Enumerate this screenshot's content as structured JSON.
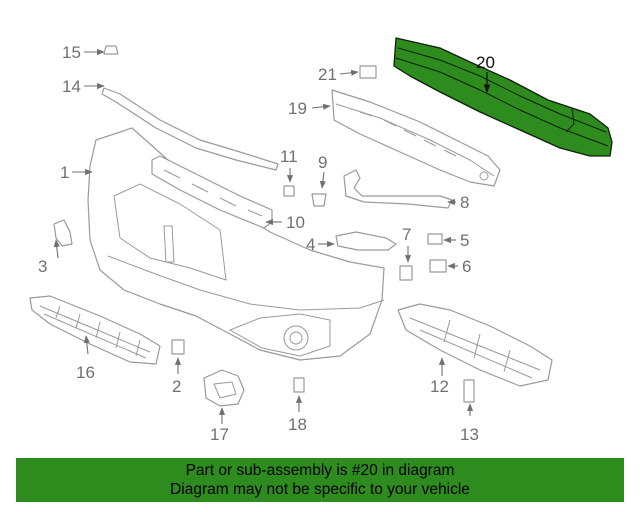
{
  "diagram": {
    "highlighted_part": "20",
    "colors": {
      "highlight": "#2e8b1e",
      "line": "#9a9a9a",
      "label": "#707070",
      "banner": "#2e8b1e"
    },
    "labels": {
      "p1": "1",
      "p2": "2",
      "p3": "3",
      "p4": "4",
      "p5": "5",
      "p6": "6",
      "p7": "7",
      "p8": "8",
      "p9": "9",
      "p10": "10",
      "p11": "11",
      "p12": "12",
      "p13": "13",
      "p14": "14",
      "p15": "15",
      "p16": "16",
      "p17": "17",
      "p18": "18",
      "p19": "19",
      "p20": "20",
      "p21": "21"
    }
  },
  "banner": {
    "line1": "Part or sub-assembly is #20 in diagram",
    "line2": "Diagram may not be specific to your vehicle"
  }
}
